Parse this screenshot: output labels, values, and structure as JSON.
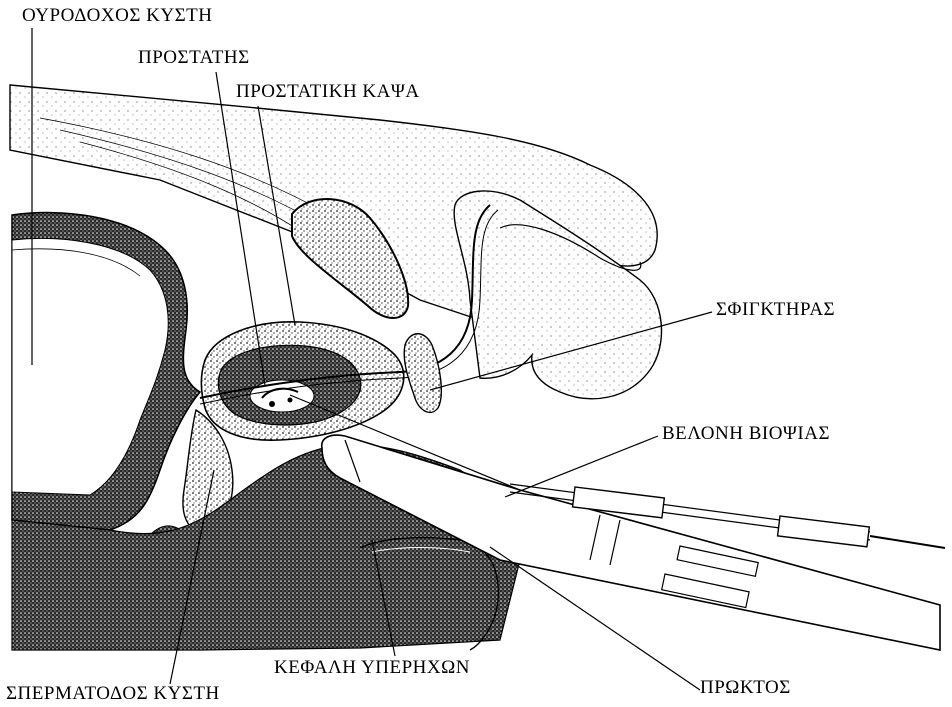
{
  "labels": {
    "bladder": "ΟΥΡΟΔΟΧΟΣ ΚΥΣΤΗ",
    "prostate": "ΠΡΟΣΤΑΤΗΣ",
    "prostatic_capsule": "ΠΡΟΣΤΑΤΙΚΗ ΚΑΨΑ",
    "sphincter": "ΣΦΙΓΚΤΗΡΑΣ",
    "biopsy_needle": "ΒΕΛΟΝΗ ΒΙΟΨΙΑΣ",
    "ultrasound_probe_head": "ΚΕΦΑΛΗ ΥΠΕΡΗΧΩΝ",
    "rectum": "ΠΡΩΚΤΟΣ",
    "seminal_vesicle": "ΣΠΕΡΜΑΤΟΔΟΣ ΚΥΣΤΗ"
  },
  "colors": {
    "ink": "#000000",
    "tissue_shade": "#4a4a4a",
    "background": "#ffffff"
  }
}
